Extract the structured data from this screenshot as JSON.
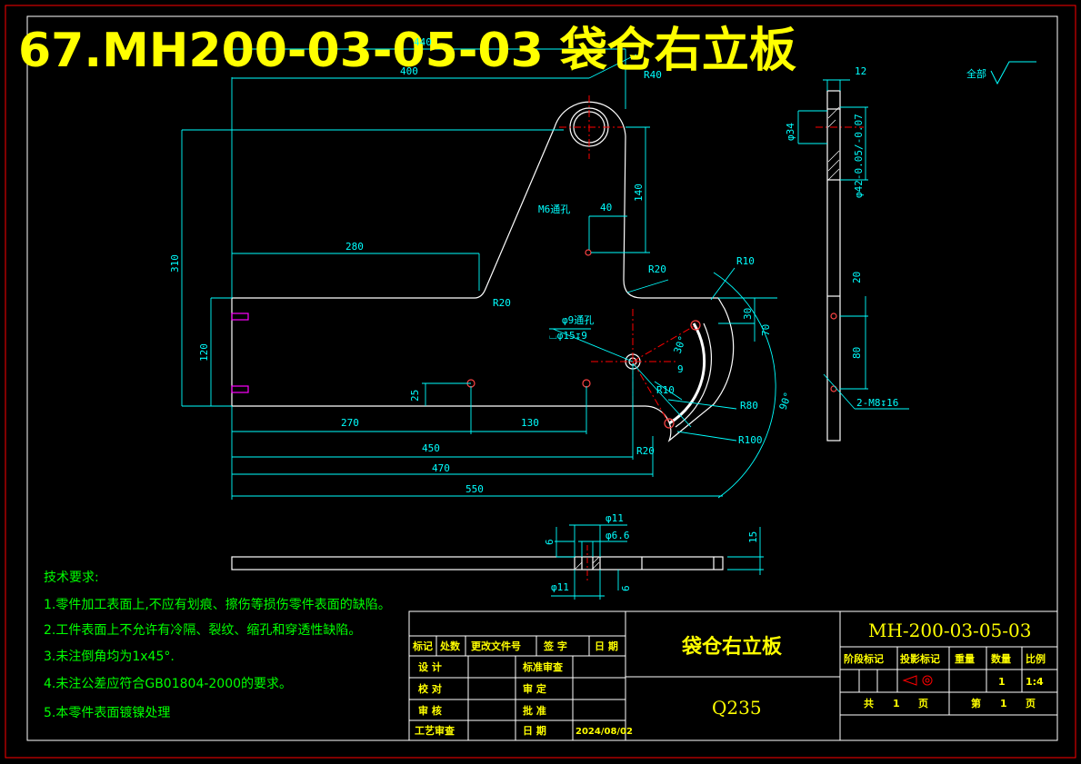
{
  "drawing_title": "67.MH200-03-05-03 袋仓右立板",
  "roughness": {
    "label": "全部",
    "value": ""
  },
  "dimensions": {
    "d400": "400",
    "d440": "440",
    "r40": "R40",
    "d12": "12",
    "phi34": "φ34",
    "phi42": "φ42-0.05/-0.07",
    "d140": "140",
    "m6": "M6通孔",
    "d40": "40",
    "d280": "280",
    "d310": "310",
    "r20a": "R20",
    "r20b": "R20",
    "r10a": "R10",
    "d30": "30",
    "d70": "70",
    "d20": "20",
    "d80": "80",
    "phi9": "φ9通孔",
    "cbore": "⌴φ15↧9",
    "ang30": "30°",
    "d9": "9",
    "r10b": "R10",
    "r80": "R80",
    "ang90": "90°",
    "m8": "2-M8↧16",
    "d120": "120",
    "d25": "25",
    "d270": "270",
    "d130": "130",
    "r100": "R100",
    "d450": "450",
    "r20c": "R20",
    "d470": "470",
    "d550": "550",
    "phi11a": "φ11",
    "phi66": "φ6.6",
    "d6a": "6",
    "d15": "15",
    "phi11b": "φ11",
    "d6b": "6"
  },
  "requirements": {
    "title": "技术要求:",
    "items": [
      "1.零件加工表面上,不应有划痕、擦伤等损伤零件表面的缺陷。",
      "2.工件表面上不允许有冷隔、裂纹、缩孔和穿透性缺陷。",
      "3.未注倒角均为1x45°.",
      "4.未注公差应符合GB01804-2000的要求。",
      "5.本零件表面镀镍处理"
    ]
  },
  "title_block": {
    "headers": [
      "标记",
      "处数",
      "更改文件号",
      "签  字",
      "日 期"
    ],
    "design": "设  计",
    "std_review": "标准审查",
    "check": "校  对",
    "audit": "审  定",
    "review": "审  核",
    "approve": "批  准",
    "process_review": "工艺审查",
    "date_label": "日  期",
    "date": "2024/08/02",
    "part_name": "袋仓右立板",
    "material": "Q235",
    "drawing_no": "MH-200-03-05-03",
    "stage_mark": "阶段标记",
    "projection": "投影标记",
    "weight": "重量",
    "quantity_label": "数量",
    "scale_label": "比例",
    "quantity": "1",
    "scale": "1:4",
    "total_label": "共",
    "total": "1",
    "page_unit_a": "页",
    "sheet_label": "第",
    "sheet": "1",
    "page_unit_b": "页"
  },
  "colors": {
    "outline": "#ffffff",
    "dimension": "#00ffff",
    "centerline": "#ff0000",
    "title": "#ffff00",
    "text": "#00ff00",
    "border": "#ff0000",
    "pin": "#ff00ff"
  }
}
